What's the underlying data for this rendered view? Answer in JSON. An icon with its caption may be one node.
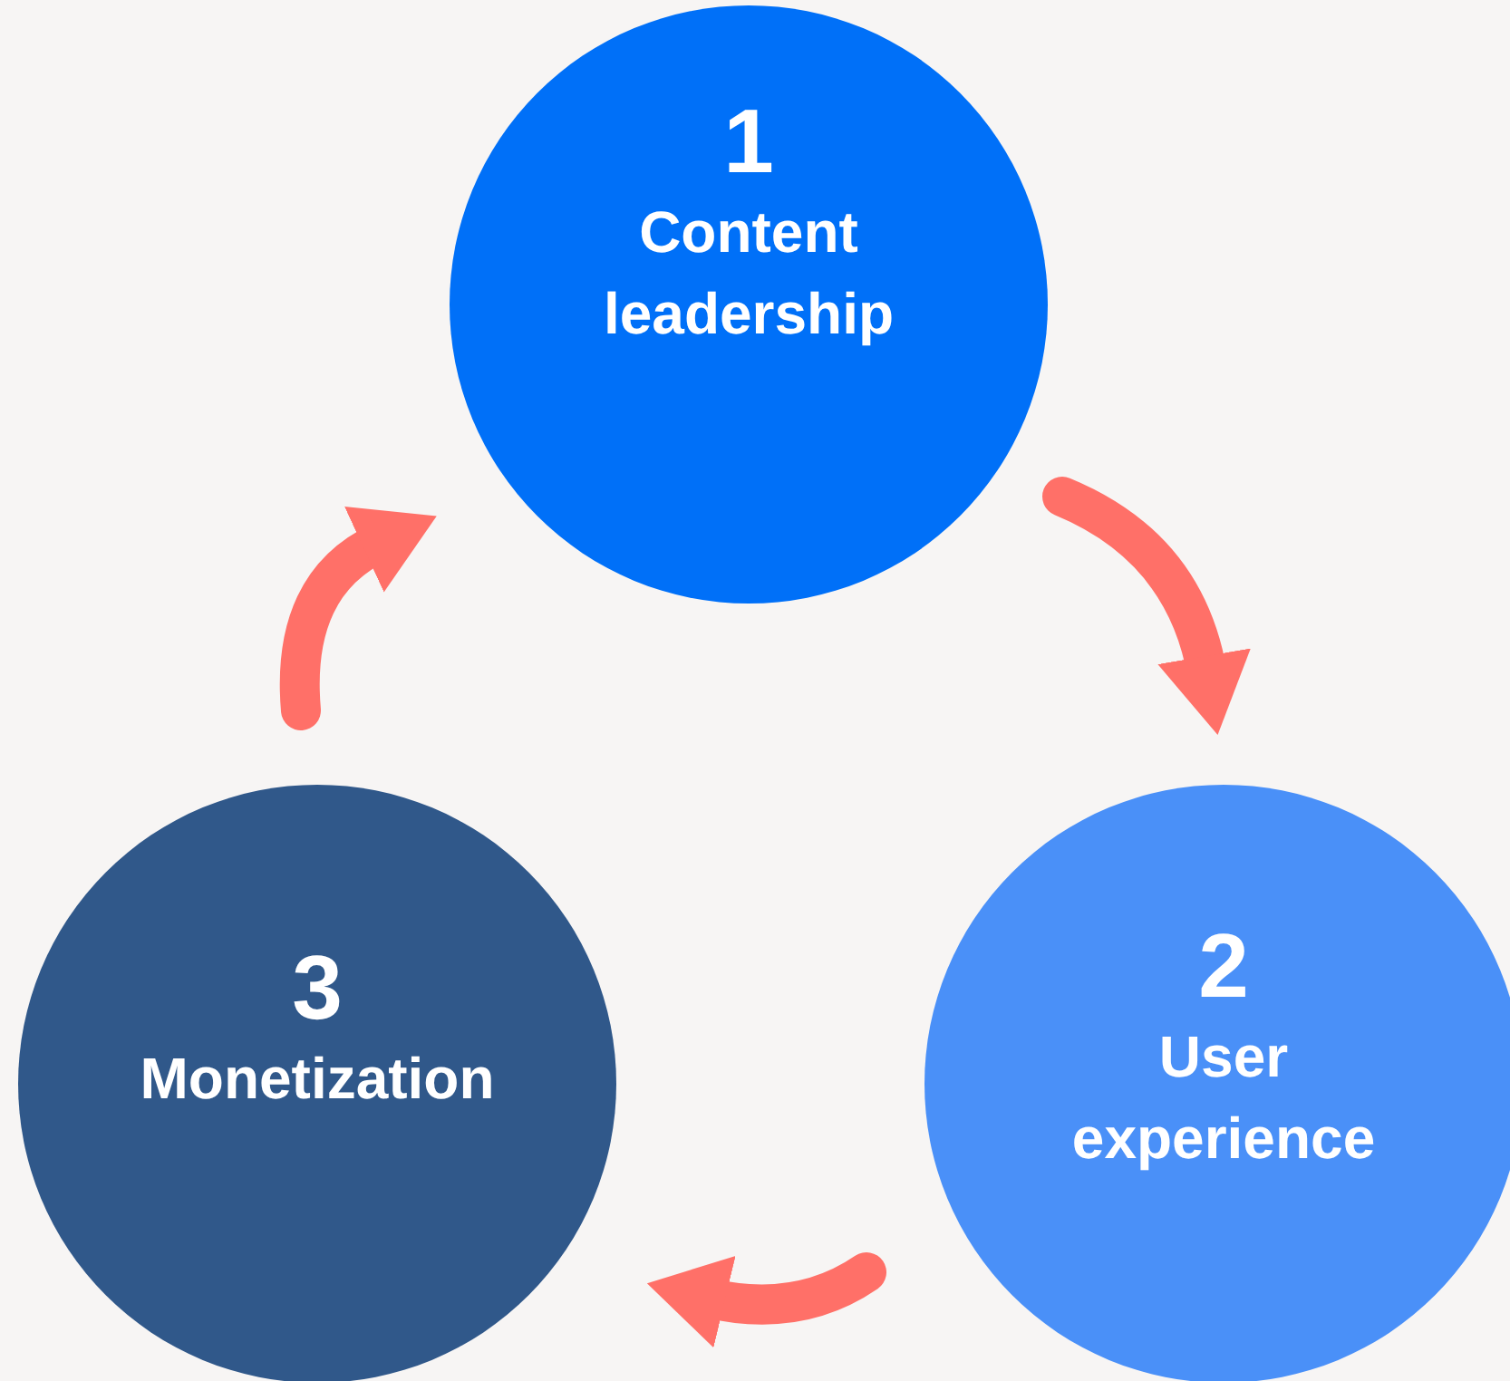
{
  "diagram": {
    "nodes": [
      {
        "text": [
          "1",
          "Content leadership"
        ]
      },
      {
        "text": [
          "2",
          "User experience"
        ]
      },
      {
        "text": [
          "3",
          "Monetization"
        ]
      }
    ],
    "edges": [
      {
        "from": 0,
        "to": 1,
        "arrow": "to"
      },
      {
        "from": 1,
        "to": 2,
        "arrow": "to"
      },
      {
        "from": 2,
        "to": 0,
        "arrow": "to"
      }
    ]
  }
}
